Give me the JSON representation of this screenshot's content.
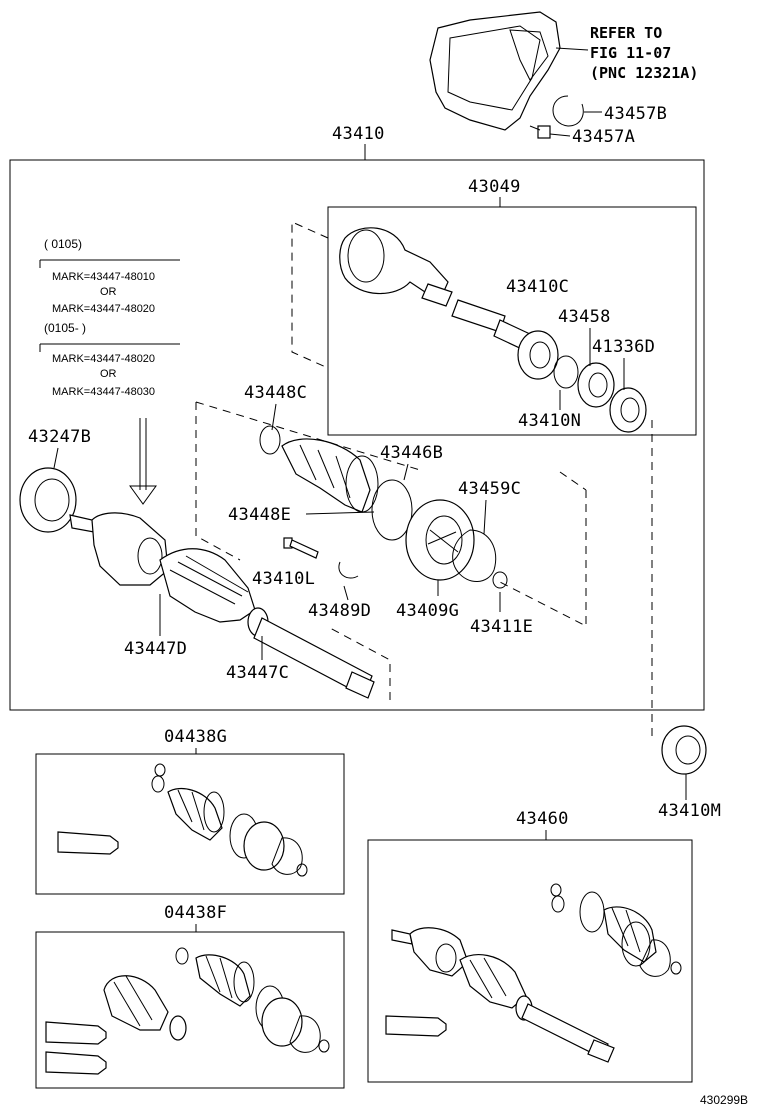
{
  "refer": {
    "line1": "REFER TO",
    "line2": "FIG 11-07",
    "line3": "(PNC 12321A)"
  },
  "labels": {
    "p43410": "43410",
    "p43049": "43049",
    "p43457B": "43457B",
    "p43457A": "43457A",
    "p43410C": "43410C",
    "p43458": "43458",
    "p41336D": "41336D",
    "p43410N": "43410N",
    "p43448C": "43448C",
    "p43446B": "43446B",
    "p43459C": "43459C",
    "p43247B": "43247B",
    "p43448E": "43448E",
    "p43410L": "43410L",
    "p43489D": "43489D",
    "p43409G": "43409G",
    "p43411E": "43411E",
    "p43447D": "43447D",
    "p43447C": "43447C",
    "p04438G": "04438G",
    "p04438F": "04438F",
    "p43460": "43460",
    "p43410M": "43410M"
  },
  "mark_notes": {
    "range1": "(        0105)",
    "mark1": "MARK=43447-48010",
    "or1": "OR",
    "mark2": "MARK=43447-48020",
    "range2": "(0105-        )",
    "mark3": "MARK=43447-48020",
    "or2": "OR",
    "mark4": "MARK=43447-48030"
  },
  "figure_code": "430299B"
}
